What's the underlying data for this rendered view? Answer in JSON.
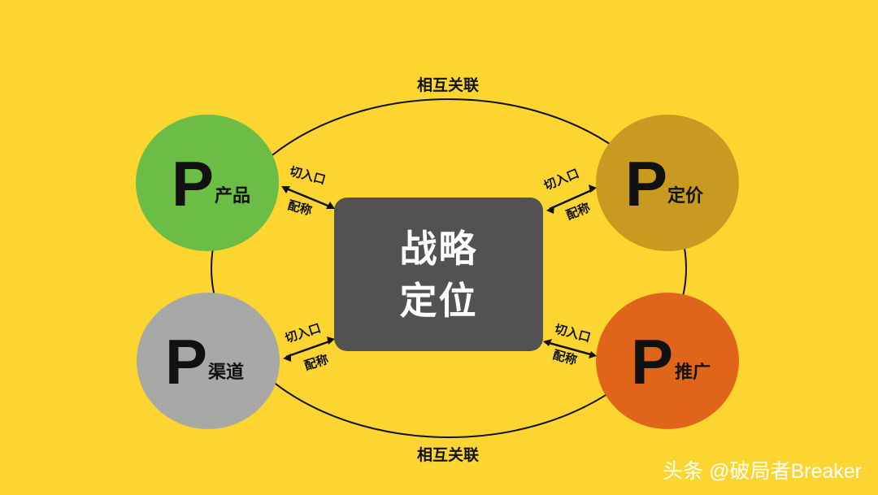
{
  "colors": {
    "background": "#fcd530",
    "center_box": "#525252",
    "product": "#6cbd45",
    "price": "#c89a1f",
    "channel": "#a8a9a7",
    "promotion": "#e0651b",
    "lines": "#111111"
  },
  "relation_top": "相互关联",
  "relation_bottom": "相互关联",
  "center": {
    "line1": "战略",
    "line2": "定位"
  },
  "nodes": {
    "product": {
      "letter": "P",
      "name": "产品"
    },
    "price": {
      "letter": "P",
      "name": "定价"
    },
    "channel": {
      "letter": "P",
      "name": "渠道"
    },
    "promotion": {
      "letter": "P",
      "name": "推广"
    }
  },
  "connectors": {
    "top_left": {
      "label_top": "切入口",
      "label_bottom": "配称"
    },
    "top_right": {
      "label_top": "切入口",
      "label_bottom": "配称"
    },
    "bottom_left": {
      "label_top": "切入口",
      "label_bottom": "配称"
    },
    "bottom_right": {
      "label_top": "切入口",
      "label_bottom": "配称"
    }
  },
  "watermark": "头条 @破局者Breaker"
}
